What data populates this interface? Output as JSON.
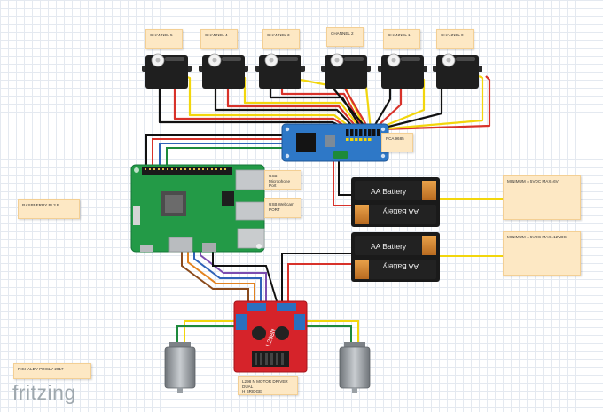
{
  "notes": {
    "ch5": "CHANNEL 5",
    "ch4": "CHANNEL 4",
    "ch3": "CHANNEL 3",
    "ch2": "CHANNEL 2",
    "ch1": "CHANNEL 1",
    "ch0": "CHANNEL 0",
    "pca": "PCA 9685",
    "usb_mic": "USB Microphone\nPort",
    "usb_webcam": "USB Webcam\nPORT",
    "rpi": "RASPBERRY PI 3 B",
    "batt_servo": "MINIMUM = 5VDC MAX=6V",
    "batt_motor": "MINIMUM = 5VDC MAX=12VDC",
    "l298": "L298 N MOTOR DRIVER DUAL\nH BRIDGE",
    "author": "RISHALDY PRISLY 2017"
  },
  "battery_label": "AA Battery",
  "driver_chip_label": "L298N",
  "logo": "fritzing",
  "colors": {
    "wire_black": "#111111",
    "wire_red": "#d8322a",
    "wire_yellow": "#f2d60c",
    "wire_orange": "#e2821f",
    "wire_brown": "#8a4a1c",
    "wire_blue": "#2f63b8",
    "wire_green": "#1e8a3c",
    "pcb_green": "#239a47",
    "pca_blue": "#2e78c7",
    "driver_red": "#d6232a",
    "note_bg": "#fde8c4"
  }
}
